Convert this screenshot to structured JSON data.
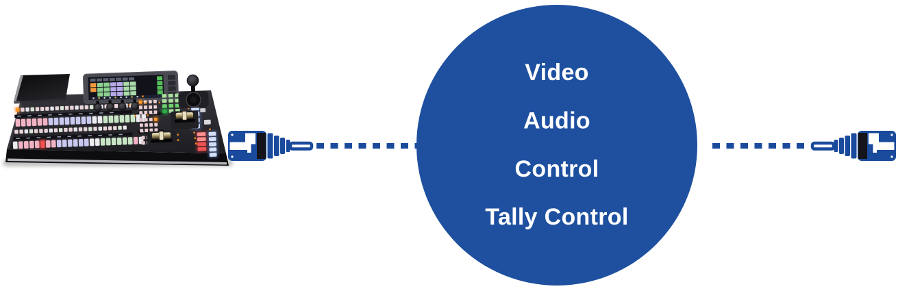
{
  "colors": {
    "background": "#ffffff",
    "cable": "#1a4a9c",
    "circle": "#1e509f",
    "label": "#ffffff"
  },
  "circle": {
    "labels": [
      "Video",
      "Audio",
      "Control",
      "Tally Control"
    ]
  },
  "icons": {
    "left_device": "video-switcher",
    "left_connector": "ethernet-plug",
    "right_connector": "ethernet-plug",
    "link_style": "dashed-cable"
  }
}
